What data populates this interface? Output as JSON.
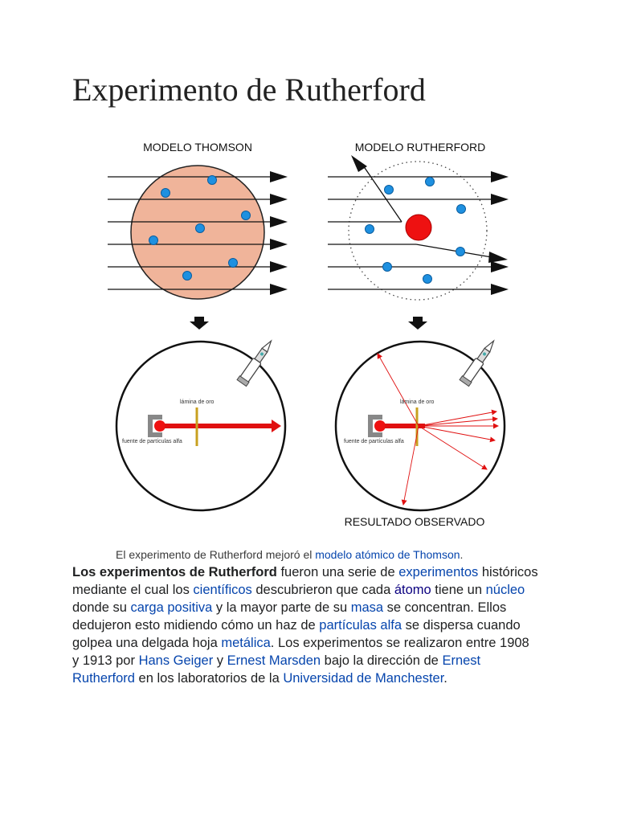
{
  "title": "Experimento de Rutherford",
  "figure": {
    "label_thomson": "MODELO THOMSON",
    "label_rutherford": "MODELO RUTHERFORD",
    "label_gold_foil": "lámina de oro",
    "label_alpha_source": "fuente de partículas alfa",
    "label_result": "RESULTADO OBSERVADO",
    "colors": {
      "thomson_sphere": "#f0b49a",
      "electron": "#1e90e0",
      "nucleus": "#ee1111",
      "beam": "#e01010",
      "foil": "#c8a020",
      "arrow": "#111111"
    }
  },
  "caption": {
    "prefix": "El experimento de Rutherford mejoró el ",
    "link": "modelo atómico de Thomson",
    "suffix": "."
  },
  "paragraph": {
    "bold": "Los experimentos de Rutherford",
    "t1": " fueron una serie de ",
    "link_experimentos": "experimentos",
    "t2": " históricos mediante el cual los ",
    "link_cientificos": "científicos",
    "t3": " descubrieron que cada ",
    "link_atomo": "átomo",
    "t4": " tiene un ",
    "link_nucleo": "núcleo",
    "t5": " donde su ",
    "link_carga": "carga positiva",
    "t6": " y la mayor parte de su ",
    "link_masa": "masa",
    "t7": " se concentran. Ellos dedujeron esto midiendo cómo un haz de ",
    "link_particulas": "partículas alfa",
    "t8": " se dispersa cuando golpea una delgada hoja ",
    "link_metalica": "metálica",
    "t9": ". Los experimentos se realizaron entre 1908 y 1913 por ",
    "link_geiger": "Hans Geiger",
    "t10": " y ",
    "link_marsden": "Ernest Marsden",
    "t11": " bajo la dirección de ",
    "link_rutherford": "Ernest Rutherford",
    "t12": " en los laboratorios de la ",
    "link_universidad": "Universidad de Manchester",
    "t13": "."
  }
}
